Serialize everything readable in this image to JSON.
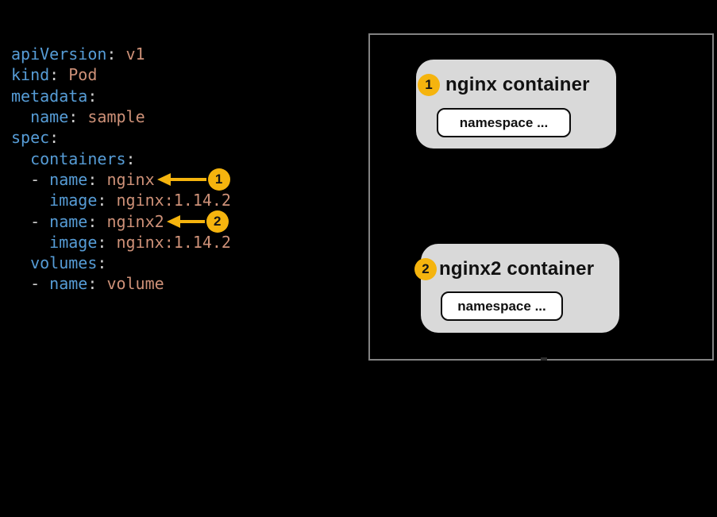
{
  "colors": {
    "background": "#000000",
    "yaml_key": "#569cd6",
    "yaml_value": "#ce9178",
    "yaml_punct": "#cfcfcf",
    "accent_gold": "#f5b40e",
    "container_fill": "#d9d9d9",
    "pod_border": "#828282",
    "button_border": "#0c0c0c"
  },
  "yaml_panel": {
    "lines": [
      {
        "segs": [
          [
            "apiVersion",
            "k"
          ],
          [
            ": ",
            "p"
          ],
          [
            "v1",
            "v"
          ]
        ]
      },
      {
        "segs": [
          [
            "kind",
            "k"
          ],
          [
            ": ",
            "p"
          ],
          [
            "Pod",
            "v"
          ]
        ]
      },
      {
        "segs": [
          [
            "metadata",
            "k"
          ],
          [
            ":",
            "p"
          ]
        ]
      },
      {
        "segs": [
          [
            "  ",
            "p"
          ],
          [
            "name",
            "k"
          ],
          [
            ": ",
            "p"
          ],
          [
            "sample",
            "v"
          ]
        ]
      },
      {
        "segs": [
          [
            "spec",
            "k"
          ],
          [
            ":",
            "p"
          ]
        ]
      },
      {
        "segs": [
          [
            "  ",
            "p"
          ],
          [
            "containers",
            "k"
          ],
          [
            ":",
            "p"
          ]
        ]
      },
      {
        "segs": [
          [
            "  - ",
            "p"
          ],
          [
            "name",
            "k"
          ],
          [
            ": ",
            "p"
          ],
          [
            "nginx",
            "v"
          ]
        ],
        "callout": "1"
      },
      {
        "segs": [
          [
            "    ",
            "p"
          ],
          [
            "image",
            "k"
          ],
          [
            ": ",
            "p"
          ],
          [
            "nginx:1.14.2",
            "v"
          ]
        ]
      },
      {
        "segs": [
          [
            "  - ",
            "p"
          ],
          [
            "name",
            "k"
          ],
          [
            ": ",
            "p"
          ],
          [
            "nginx2",
            "v"
          ]
        ],
        "callout": "2"
      },
      {
        "segs": [
          [
            "    ",
            "p"
          ],
          [
            "image",
            "k"
          ],
          [
            ": ",
            "p"
          ],
          [
            "nginx:1.14.2",
            "v"
          ]
        ]
      },
      {
        "segs": [
          [
            "  ",
            "p"
          ],
          [
            "volumes",
            "k"
          ],
          [
            ":",
            "p"
          ]
        ]
      },
      {
        "segs": [
          [
            "  - ",
            "p"
          ],
          [
            "name",
            "k"
          ],
          [
            ": ",
            "p"
          ],
          [
            "volume",
            "v"
          ]
        ]
      }
    ]
  },
  "diagram": {
    "containers": [
      {
        "badge": "1",
        "title": "nginx container",
        "button": "namespace ..."
      },
      {
        "badge": "2",
        "title": "nginx2 container",
        "button": "namespace ..."
      }
    ]
  }
}
